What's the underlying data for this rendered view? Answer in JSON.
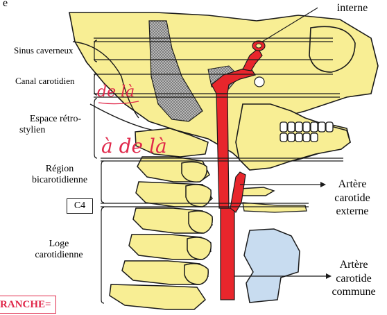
{
  "top_left_fragment": "e",
  "labels": {
    "sinus_caverneux": "Sinus caverneux",
    "canal_carotidien": "Canal carotidien",
    "espace_retro_1": "Espace rétro-",
    "espace_retro_2": "stylien",
    "region_1": "Région",
    "region_2": "bicarotidienne",
    "c4": "C4",
    "loge_1": "Loge",
    "loge_2": "carotidienne",
    "branche": "RANCHE=",
    "interne": "interne",
    "ext_1": "Artère",
    "ext_2": "carotide",
    "ext_3": "externe",
    "comm_1": "Artère",
    "comm_2": "carotide",
    "comm_3": "commune"
  },
  "handwriting": {
    "de_la": "de là",
    "a_de_la": "à de là"
  },
  "colors": {
    "bone": "#f8ee94",
    "artery": "#e8262c",
    "hyoid": "#c8dcf0",
    "outline": "#1a1a1a",
    "ink": "#e0284a",
    "branche_border": "#e0284a"
  }
}
